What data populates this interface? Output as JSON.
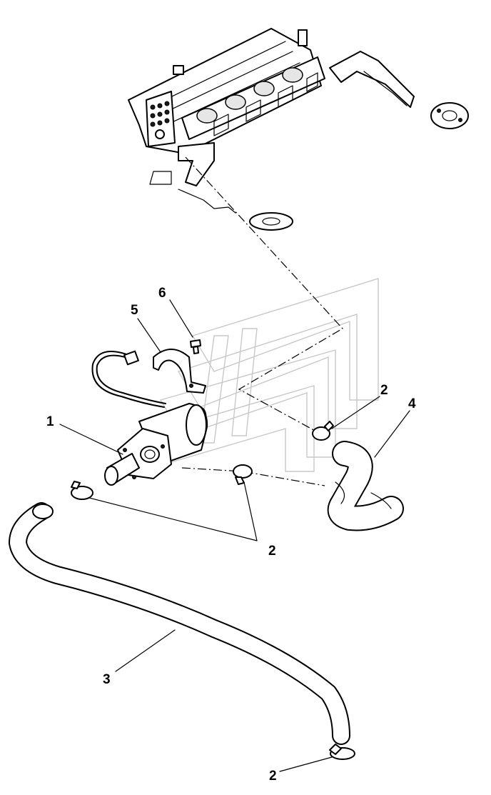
{
  "callouts": [
    {
      "id": "pump",
      "text": "1"
    },
    {
      "id": "clamp-right",
      "text": "2"
    },
    {
      "id": "clamps-middle",
      "text": "2"
    },
    {
      "id": "clamp-bottom",
      "text": "2"
    },
    {
      "id": "hose-long",
      "text": "3"
    },
    {
      "id": "hose-short",
      "text": "4"
    },
    {
      "id": "bracket",
      "text": "5"
    },
    {
      "id": "bolt",
      "text": "6"
    }
  ]
}
